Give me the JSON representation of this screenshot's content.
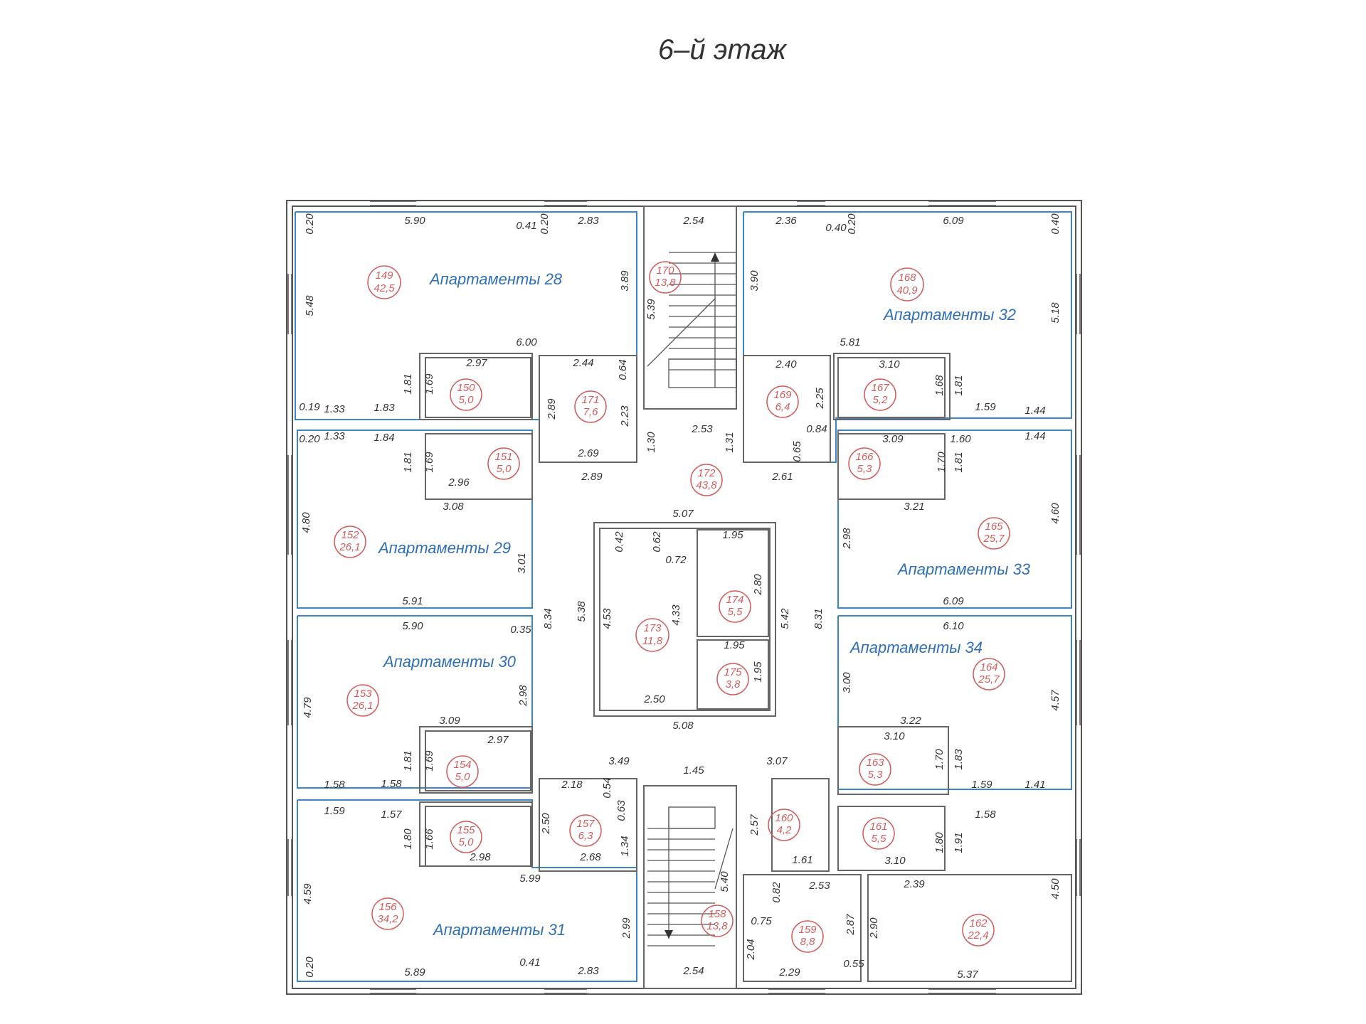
{
  "floor_title": "6–й этаж",
  "colors": {
    "wall": "#555555",
    "apartment": "#3a86c8",
    "label": "#2f6fb8",
    "room": "#d65c5c",
    "dim": "#333333"
  },
  "apartments": [
    {
      "name": "Апартаменты 28"
    },
    {
      "name": "Апартаменты 29"
    },
    {
      "name": "Апартаменты 30"
    },
    {
      "name": "Апартаменты 31"
    },
    {
      "name": "Апартаменты 32"
    },
    {
      "name": "Апартаменты 33"
    },
    {
      "name": "Апартаменты 34"
    }
  ],
  "rooms": [
    {
      "id": "149",
      "area": "42,5"
    },
    {
      "id": "150",
      "area": "5,0"
    },
    {
      "id": "151",
      "area": "5,0"
    },
    {
      "id": "152",
      "area": "26,1"
    },
    {
      "id": "153",
      "area": "26,1"
    },
    {
      "id": "154",
      "area": "5,0"
    },
    {
      "id": "155",
      "area": "5,0"
    },
    {
      "id": "156",
      "area": "34,2"
    },
    {
      "id": "157",
      "area": "6,3"
    },
    {
      "id": "158",
      "area": "13,8"
    },
    {
      "id": "159",
      "area": "8,8"
    },
    {
      "id": "160",
      "area": "4,2"
    },
    {
      "id": "161",
      "area": "5,5"
    },
    {
      "id": "162",
      "area": "22,4"
    },
    {
      "id": "163",
      "area": "5,3"
    },
    {
      "id": "164",
      "area": "25,7"
    },
    {
      "id": "165",
      "area": "25,7"
    },
    {
      "id": "166",
      "area": "5,3"
    },
    {
      "id": "167",
      "area": "5,2"
    },
    {
      "id": "168",
      "area": "40,9"
    },
    {
      "id": "169",
      "area": "6,4"
    },
    {
      "id": "170",
      "area": "13,8"
    },
    {
      "id": "171",
      "area": "7,6"
    },
    {
      "id": "172",
      "area": "43,8"
    },
    {
      "id": "173",
      "area": "11,8"
    },
    {
      "id": "174",
      "area": "5,5"
    },
    {
      "id": "175",
      "area": "3,8"
    }
  ],
  "dimensions": [
    "5.90",
    "0.41",
    "0.20",
    "2.83",
    "2.54",
    "2.36",
    "0.40",
    "0.20",
    "6.09",
    "0.40",
    "0.20",
    "5.48",
    "3.89",
    "5.39",
    "3.90",
    "5.18",
    "6.00",
    "5.81",
    "2.97",
    "2.44",
    "0.64",
    "2.40",
    "3.10",
    "1.81",
    "1.69",
    "2.89",
    "2.23",
    "2.25",
    "1.68",
    "1.81",
    "0.19",
    "1.33",
    "1.83",
    "1.59",
    "1.44",
    "0.20",
    "1.33",
    "1.84",
    "1.30",
    "2.53",
    "1.31",
    "0.84",
    "0.65",
    "3.09",
    "1.60",
    "1.44",
    "1.81",
    "1.69",
    "2.69",
    "2.89",
    "2.61",
    "1.70",
    "1.81",
    "2.96",
    "3.08",
    "3.21",
    "5.07",
    "4.80",
    "0.42",
    "0.62",
    "1.95",
    "4.60",
    "2.98",
    "0.72",
    "2.80",
    "3.01",
    "5.91",
    "6.09",
    "5.38",
    "4.53",
    "4.33",
    "5.42",
    "8.34",
    "8.31",
    "5.90",
    "0.35",
    "6.10",
    "1.95",
    "1.95",
    "4.79",
    "2.98",
    "3.00",
    "2.50",
    "5.08",
    "3.09",
    "3.22",
    "2.97",
    "3.10",
    "4.57",
    "1.81",
    "1.69",
    "1.70",
    "1.83",
    "3.49",
    "3.07",
    "1.45",
    "1.58",
    "1.58",
    "2.18",
    "0.54",
    "1.59",
    "1.41",
    "1.59",
    "1.57",
    "2.50",
    "0.63",
    "2.57",
    "1.58",
    "1.80",
    "1.66",
    "2.98",
    "2.68",
    "1.34",
    "1.61",
    "1.80",
    "1.91",
    "3.10",
    "5.99",
    "5.40",
    "0.82",
    "2.53",
    "2.39",
    "4.59",
    "0.75",
    "2.87",
    "2.99",
    "2.04",
    "2.90",
    "4.50",
    "0.20",
    "0.41",
    "5.89",
    "2.83",
    "2.54",
    "2.29",
    "0.55",
    "5.37"
  ]
}
